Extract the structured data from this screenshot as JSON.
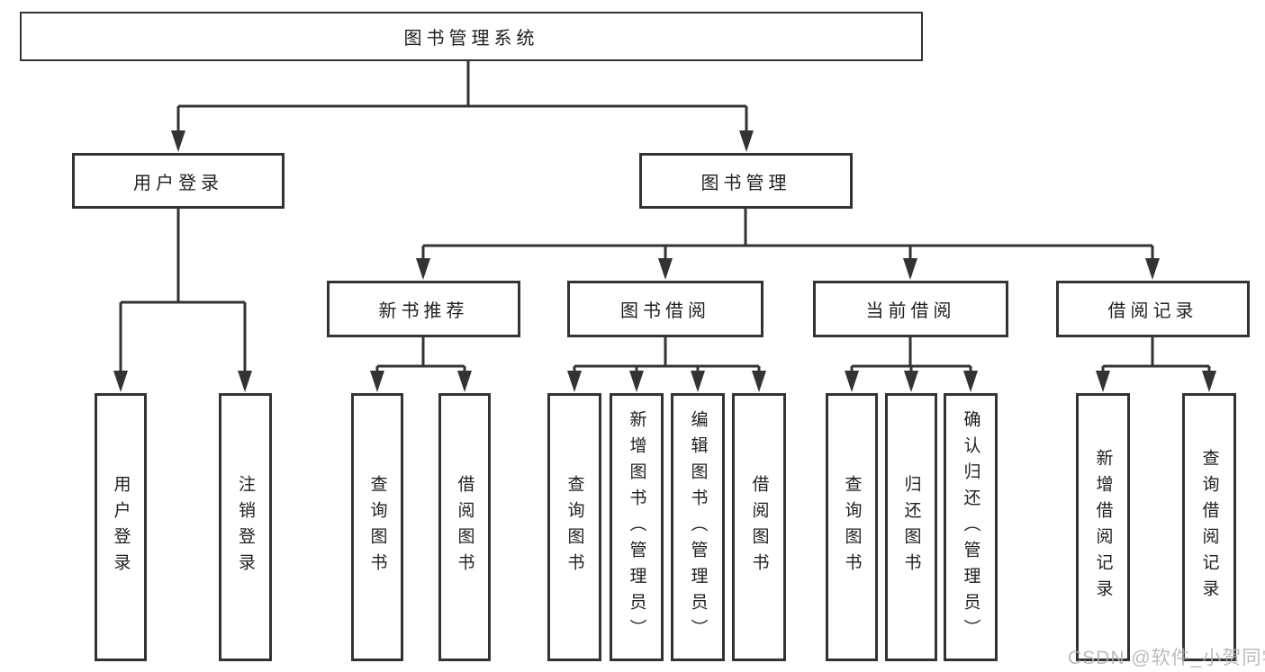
{
  "tree": {
    "root": {
      "label": "图书管理系统",
      "children": [
        {
          "label": "用户登录",
          "children": [
            {
              "label": "用户登录"
            },
            {
              "label": "注销登录"
            }
          ]
        },
        {
          "label": "图书管理",
          "children": [
            {
              "label": "新书推荐",
              "children": [
                {
                  "label": "查询图书"
                },
                {
                  "label": "借阅图书"
                }
              ]
            },
            {
              "label": "图书借阅",
              "children": [
                {
                  "label": "查询图书"
                },
                {
                  "label": "新增图书（管理员）"
                },
                {
                  "label": "编辑图书（管理员）"
                },
                {
                  "label": "借阅图书"
                }
              ]
            },
            {
              "label": "当前借阅",
              "children": [
                {
                  "label": "查询图书"
                },
                {
                  "label": "归还图书"
                },
                {
                  "label": "确认归还（管理员）"
                }
              ]
            },
            {
              "label": "借阅记录",
              "children": [
                {
                  "label": "新增借阅记录"
                },
                {
                  "label": "查询借阅记录"
                }
              ]
            }
          ]
        }
      ]
    }
  },
  "watermark": {
    "text": "CSDN @软件_小贺同学"
  },
  "colors": {
    "line": "#333333",
    "text": "#1f1f1f",
    "watermark": "#b0b0b0",
    "background": "#ffffff"
  }
}
